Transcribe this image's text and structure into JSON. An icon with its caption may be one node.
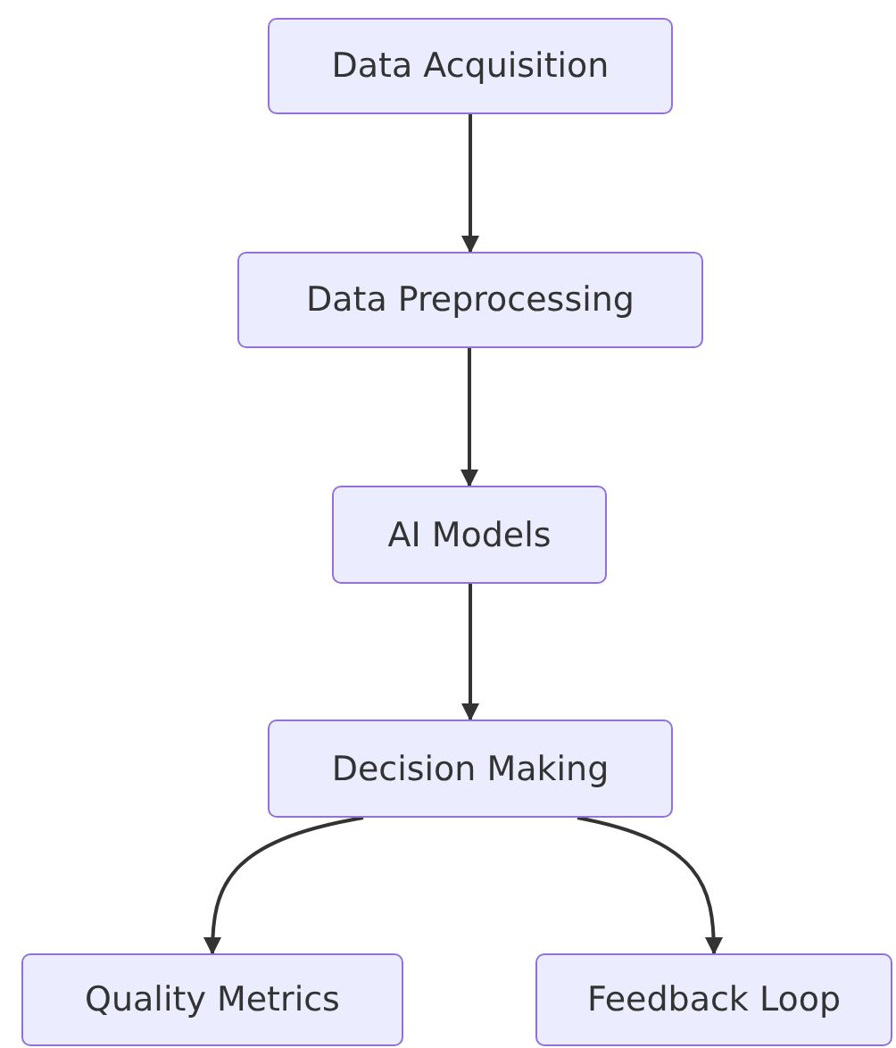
{
  "diagram": {
    "nodes": [
      {
        "text": [
          "Data Acquisition"
        ]
      },
      {
        "text": [
          "Data Preprocessing"
        ]
      },
      {
        "text": [
          "AI Models"
        ]
      },
      {
        "text": [
          "Decision Making"
        ]
      },
      {
        "text": [
          "Quality Metrics"
        ]
      },
      {
        "text": [
          "Feedback Loop"
        ]
      }
    ],
    "edges": [
      {
        "from": 0,
        "to": 1,
        "arrow": "to"
      },
      {
        "from": 1,
        "to": 2,
        "arrow": "to"
      },
      {
        "from": 2,
        "to": 3,
        "arrow": "to"
      },
      {
        "from": 3,
        "to": 4,
        "arrow": "to"
      },
      {
        "from": 3,
        "to": 5,
        "arrow": "to"
      }
    ]
  }
}
